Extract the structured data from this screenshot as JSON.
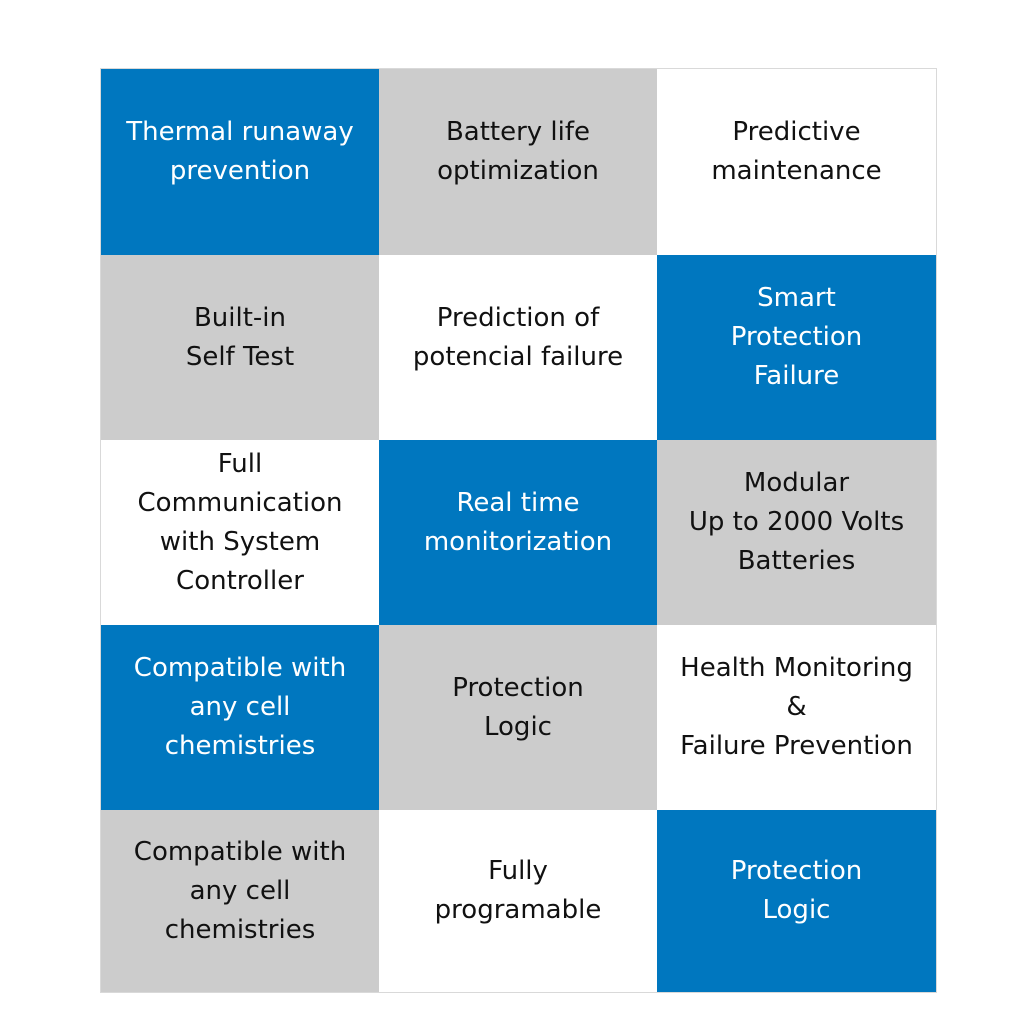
{
  "colors": {
    "blue": "#0077bf",
    "gray": "#cccccc",
    "white": "#ffffff"
  },
  "cells": [
    {
      "text": "Thermal runaway\nprevention",
      "color": "blue"
    },
    {
      "text": "Battery life\noptimization",
      "color": "gray"
    },
    {
      "text": "Predictive\nmaintenance",
      "color": "white"
    },
    {
      "text": "Built-in\nSelf Test",
      "color": "gray"
    },
    {
      "text": "Prediction of\npotencial failure",
      "color": "white"
    },
    {
      "text": "Smart\nProtection\nFailure",
      "color": "blue"
    },
    {
      "text": "Full\nCommunication\nwith System\nController",
      "color": "white"
    },
    {
      "text": "Real time\nmonitorization",
      "color": "blue"
    },
    {
      "text": "Modular\nUp to 2000 Volts\nBatteries",
      "color": "gray"
    },
    {
      "text": "Compatible with\nany cell\nchemistries",
      "color": "blue"
    },
    {
      "text": "Protection\nLogic",
      "color": "gray"
    },
    {
      "text": "Health Monitoring\n&\nFailure Prevention",
      "color": "white"
    },
    {
      "text": "Compatible with\nany cell\nchemistries",
      "color": "gray"
    },
    {
      "text": "Fully\nprogramable",
      "color": "white"
    },
    {
      "text": "Protection\nLogic",
      "color": "blue"
    }
  ]
}
